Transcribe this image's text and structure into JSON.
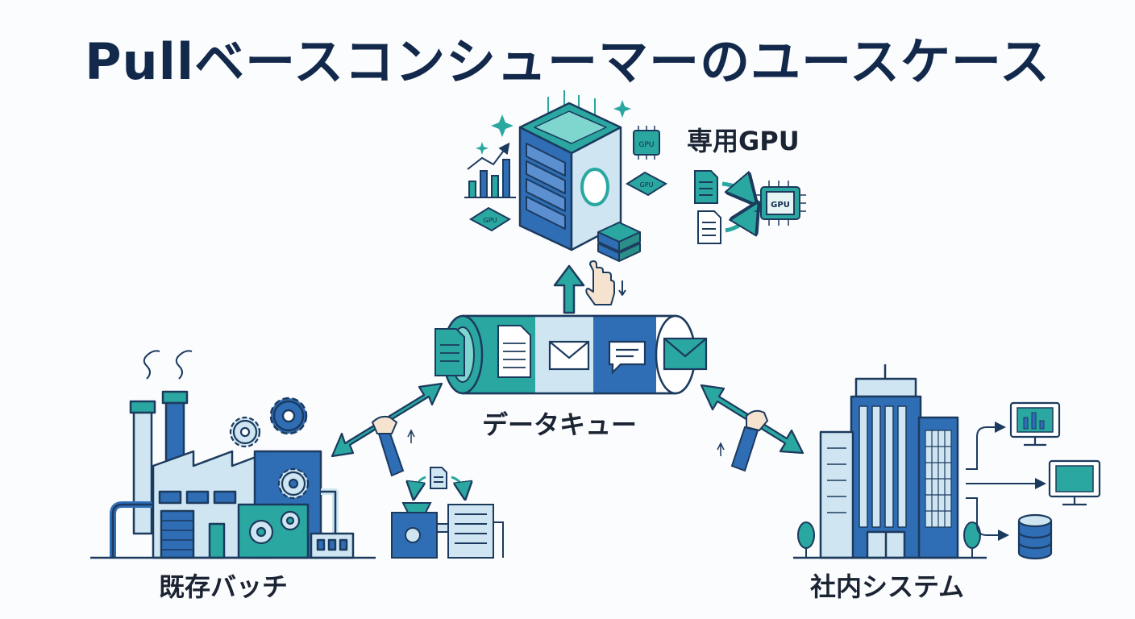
{
  "title": "Pullベースコンシューマーのユースケース",
  "labels": {
    "gpu": "専用GPU",
    "queue": "データキュー",
    "batch": "既存バッチ",
    "system": "社内システム"
  },
  "chip_text": "GPU",
  "colors": {
    "navy": "#13294b",
    "blue": "#2f6db5",
    "teal": "#2aa7a0",
    "light": "#cfe6f2",
    "outline": "#1c3a5e"
  },
  "icons": [
    "server-icon",
    "gpu-chip-icon",
    "document-icon",
    "envelope-icon",
    "chat-icon",
    "factory-icon",
    "gear-icon",
    "office-building-icon",
    "monitor-icon",
    "database-icon",
    "hand-icon",
    "bar-chart-icon"
  ]
}
